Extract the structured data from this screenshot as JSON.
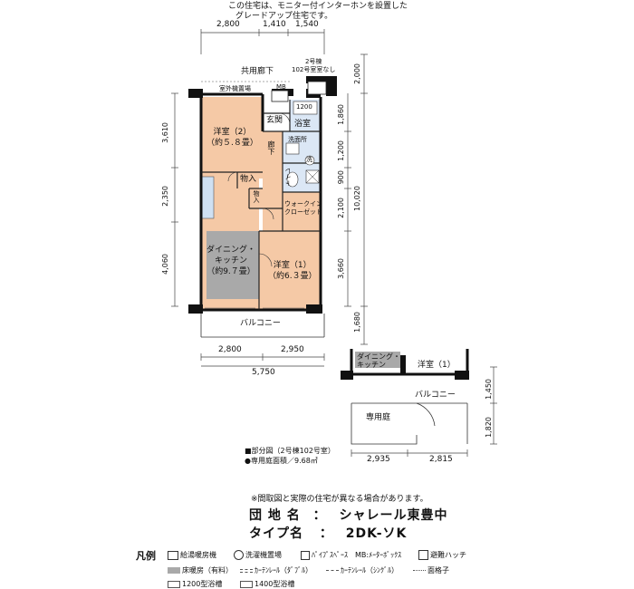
{
  "notice": [
    "この住宅は、モニター付インターホンを設置した",
    "グレードアップ住宅です。"
  ],
  "dims": {
    "top": [
      "2,800",
      "1,410",
      "1,540"
    ],
    "bottom": [
      "2,800",
      "2,950"
    ],
    "bottom_total": "5,750",
    "left": [
      "3,610",
      "2,350",
      "4,060"
    ],
    "right_inner": [
      "1,860",
      "1,200",
      "900",
      "2,100",
      "3,660"
    ],
    "right_outer": [
      "2,000",
      "10,020",
      "1,680"
    ],
    "partial_bottom": [
      "2,935",
      "2,815"
    ],
    "partial_right": [
      "1,450",
      "1,820"
    ]
  },
  "labels": {
    "common_corridor": "共用廊下",
    "building_note": [
      "2号棟",
      "102号室室なし"
    ],
    "outdoor_unit": "室外機置場",
    "mb": "MB",
    "entrance": "玄関",
    "bath_size": "1200",
    "bath": "浴室",
    "washroom": "洗面所",
    "washer_mark": "洗",
    "toilet": "トイレ",
    "corridor": "廊下",
    "western2": [
      "洋室（2）",
      "（約５.８畳）"
    ],
    "storage1": "物入",
    "storage2": "物入",
    "walkin": [
      "ウォークイン",
      "クローゼット"
    ],
    "dining": [
      "ダイニング・",
      "キッチン",
      "（約9.７畳）"
    ],
    "western1": [
      "洋室（1）",
      "（約6.３畳）"
    ],
    "balcony": "バルコニー",
    "partial_dining": [
      "ダイニング・",
      "キッチン"
    ],
    "partial_western1": "洋室（1）",
    "partial_balcony": "バルコニー",
    "garden": "専用庭"
  },
  "partial_caption": [
    "■部分図（2号棟102号室）",
    "●専用庭面積／9.68㎡"
  ],
  "plan_note": "※間取図と実際の住宅が異なる場合があります。",
  "complex": {
    "label": "団 地 名",
    "colon": "：",
    "value": "シャレール東豊中"
  },
  "type": {
    "label": "タイプ名",
    "colon": "：",
    "value": "2DK-ソK"
  },
  "legend": {
    "title": "凡例",
    "items": [
      "給湯暖房機",
      "洗濯機置場",
      "ﾊﾟｲﾌﾟｽﾍﾟｰｽ",
      "MB:ﾒｰﾀｰﾎﾞｯｸｽ",
      "避難ハッチ",
      "床暖房（有料）",
      "ｶｰﾃﾝﾚｰﾙ（ﾀﾞﾌﾞﾙ）",
      "ｶｰﾃﾝﾚｰﾙ（ｼﾝｸﾞﾙ）",
      "面格子",
      "1200型浴槽",
      "1400型浴槽"
    ]
  },
  "colors": {
    "room_fill": "#f5c9a6",
    "wet_fill": "#dbe7f5",
    "floor_heating": "#a9a9a9",
    "wall": "#111111"
  }
}
